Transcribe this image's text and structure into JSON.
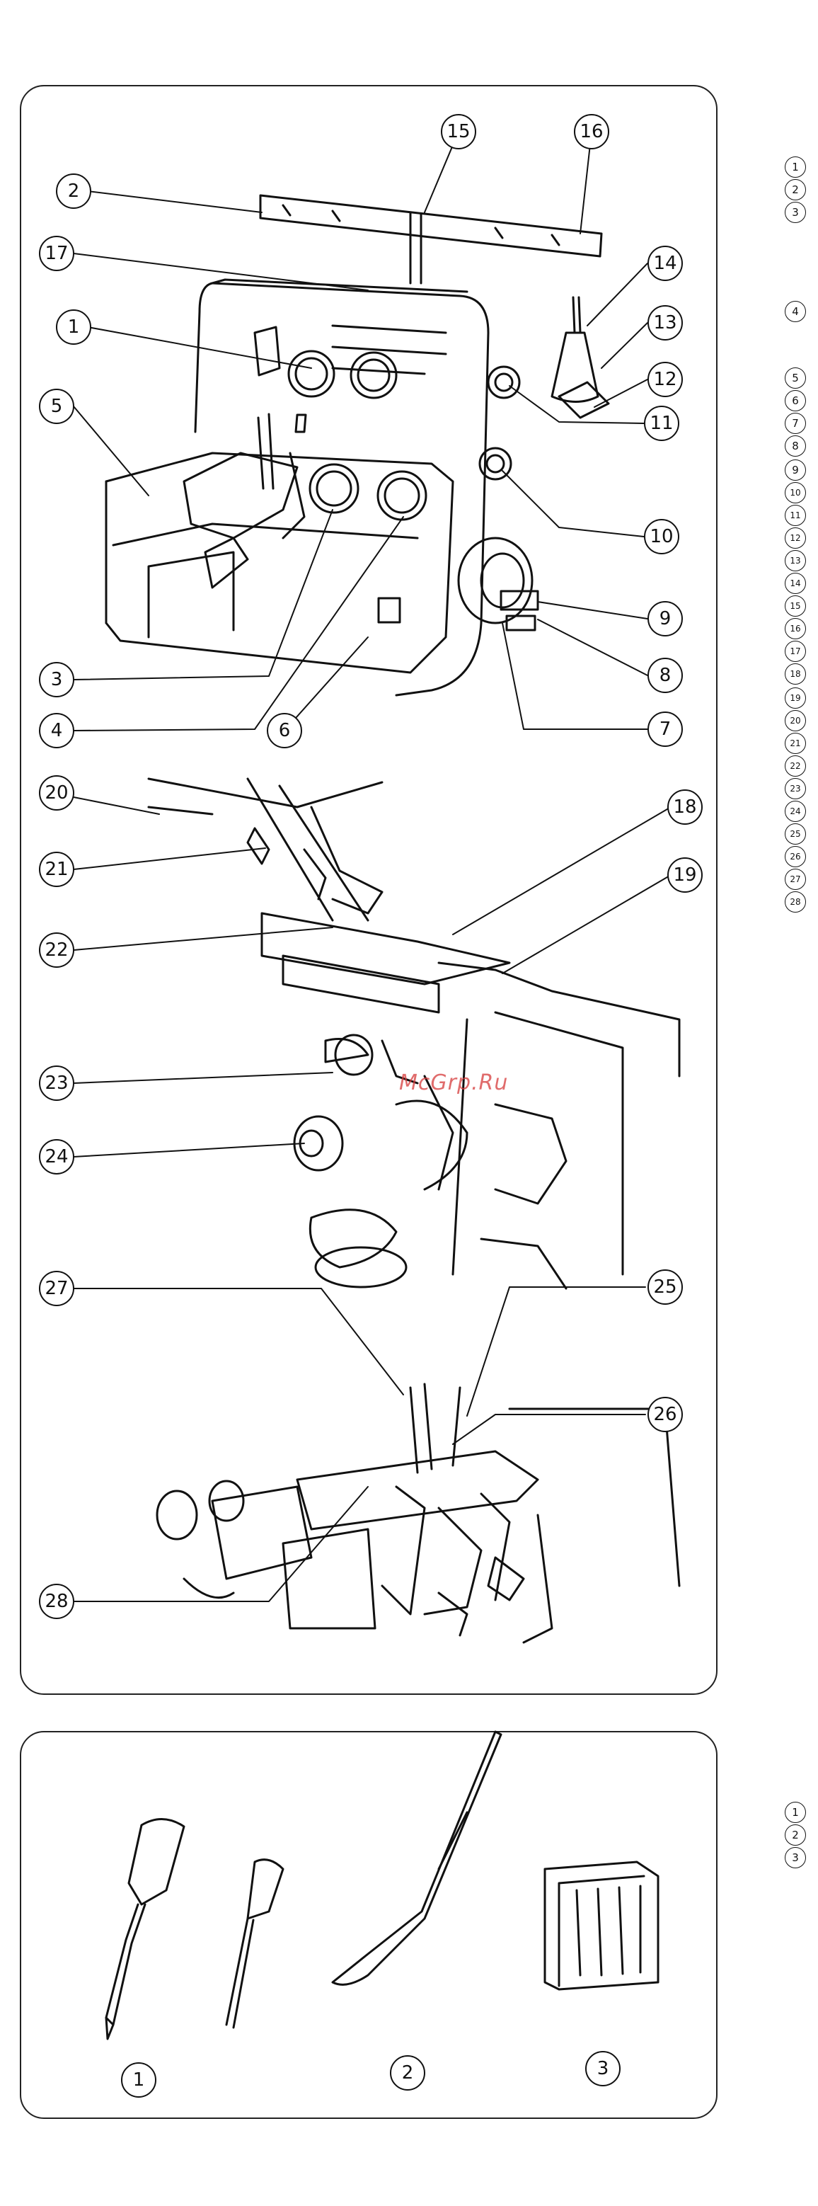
{
  "figure_main": {
    "callouts": [
      "1",
      "2",
      "3",
      "4",
      "5",
      "6",
      "7",
      "8",
      "9",
      "10",
      "11",
      "12",
      "13",
      "14",
      "15",
      "16",
      "17",
      "18",
      "19",
      "20",
      "21",
      "22",
      "23",
      "24",
      "25",
      "26",
      "27",
      "28"
    ]
  },
  "figure_accessories": {
    "callouts": [
      "1",
      "2",
      "3"
    ]
  },
  "legend_main": [
    "1",
    "2",
    "3",
    "4",
    "5",
    "6",
    "7",
    "8",
    "9",
    "10",
    "11",
    "12",
    "13",
    "14",
    "15",
    "16",
    "17",
    "18",
    "19",
    "20",
    "21",
    "22",
    "23",
    "24",
    "25",
    "26",
    "27",
    "28"
  ],
  "legend_accessories": [
    "1",
    "2",
    "3"
  ],
  "watermark": "McGrp.Ru",
  "colors": {
    "line": "#111111",
    "watermark": "#d63b3b"
  }
}
